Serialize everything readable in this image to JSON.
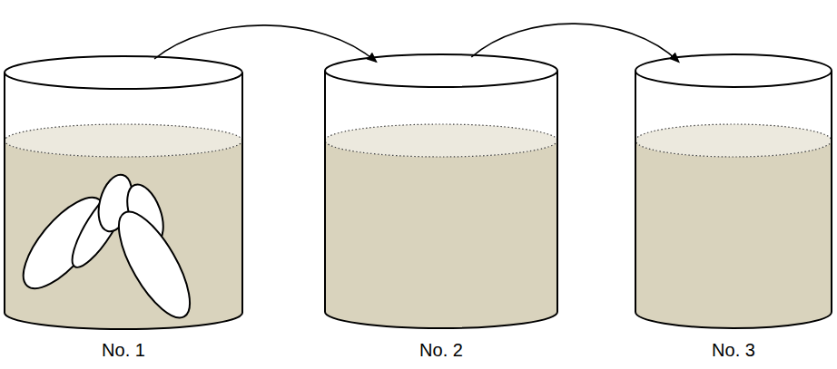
{
  "diagram": {
    "nodes": [
      {
        "text": [
          "No. 1"
        ]
      },
      {
        "text": [
          "No. 2"
        ]
      },
      {
        "text": [
          "No. 3"
        ]
      }
    ],
    "edges": [
      {
        "from": 0,
        "to": 1,
        "arrow": "to"
      },
      {
        "from": 1,
        "to": 2,
        "arrow": "to"
      }
    ]
  }
}
